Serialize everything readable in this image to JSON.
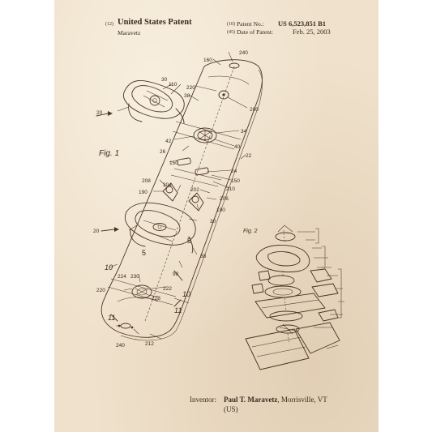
{
  "header": {
    "left_code": "(12)",
    "title": "United States Patent",
    "assignee": "Maravetz",
    "patent_no_code": "(10)",
    "patent_no_label": "Patent No.:",
    "patent_no_value": "US 6,523,851 B1",
    "date_code": "(45)",
    "date_label": "Date of Patent:",
    "date_value": "Feb. 25, 2003"
  },
  "figures": {
    "fig1_label": "Fig. 1",
    "fig2_label": "Fig. 2",
    "refs": {
      "r240a": "240",
      "r160": "160",
      "r30a": "30",
      "r110": "110",
      "r220a": "220",
      "r38a": "38",
      "r200": "200",
      "r20a": "20",
      "r34": "34",
      "r42": "42",
      "r40": "40",
      "r22": "22",
      "r26": "26",
      "r150a": "150",
      "r24": "24",
      "r150b": "150",
      "r208": "208",
      "r204": "204",
      "r202": "202",
      "r210": "210",
      "r190a": "190",
      "r206": "206",
      "r190b": "190",
      "r30b": "30",
      "r20b": "20",
      "r5a": "5",
      "r5b": "5",
      "r38b": "38",
      "r10a": "10",
      "r224": "224",
      "r230": "230",
      "r90": "90",
      "r220b": "220",
      "r222": "222",
      "r228": "228",
      "r10b": "10",
      "r11a": "11",
      "r11b": "11",
      "r240b": "240",
      "r212": "212"
    }
  },
  "inventor": {
    "label": "Inventor:",
    "name": "Paul T. Maravetz",
    "location": ", Morrisville, VT",
    "country": "(US)"
  }
}
